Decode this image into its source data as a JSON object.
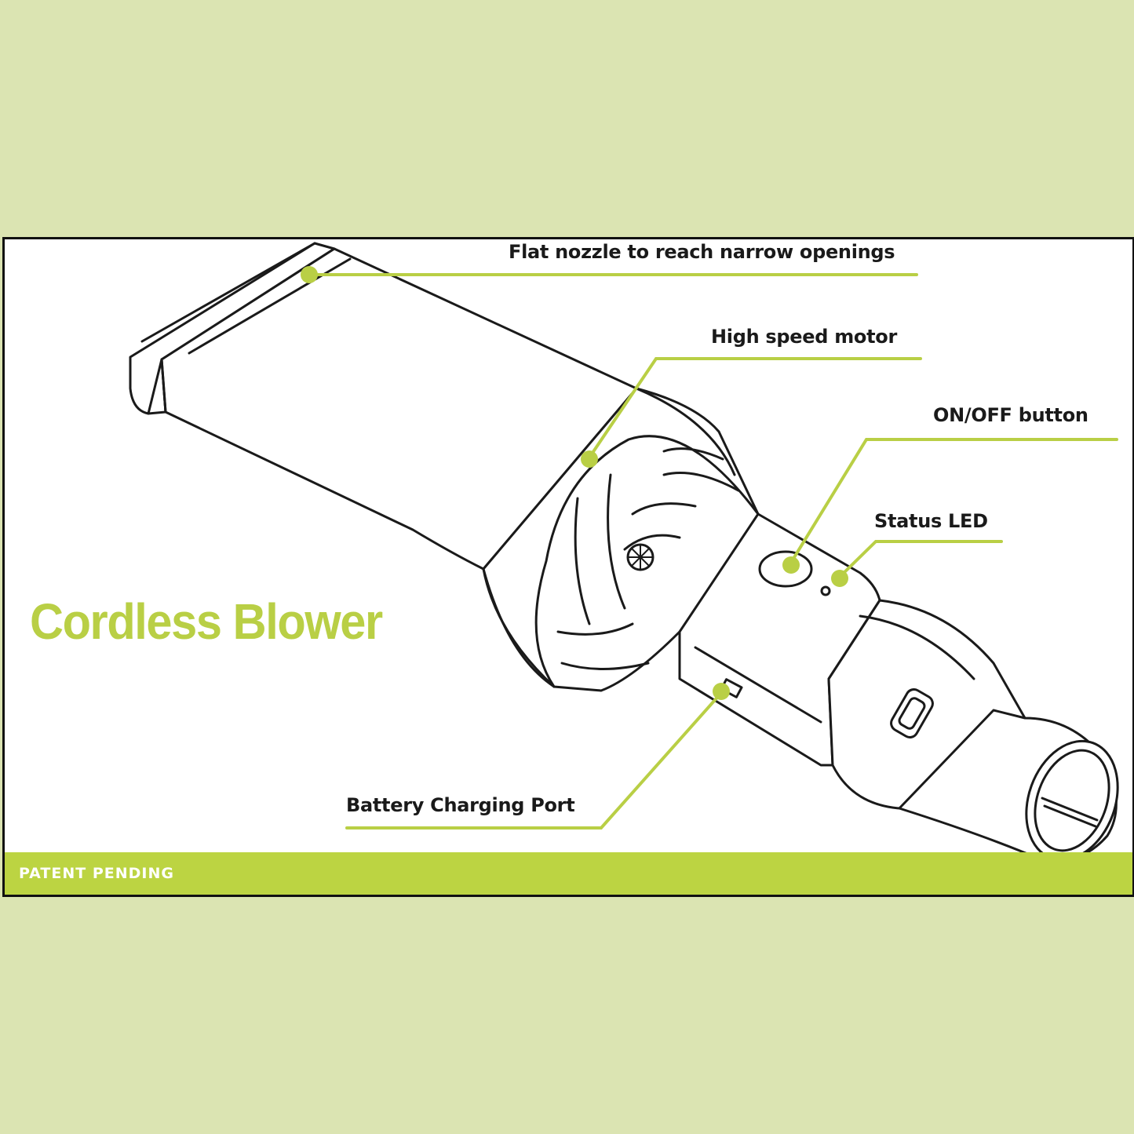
{
  "title": "Cordless Blower",
  "callouts": {
    "nozzle": "Flat nozzle to reach narrow openings",
    "motor": "High speed motor",
    "power_button": "ON/OFF button",
    "status_led": "Status LED",
    "charging_port": "Battery Charging Port"
  },
  "footer": {
    "text": "PATENT PENDING"
  },
  "colors": {
    "page_background": "#dbe4b2",
    "accent": "#bcd442",
    "headline": "#b9cf45",
    "line_art": "#1a1a1a"
  }
}
